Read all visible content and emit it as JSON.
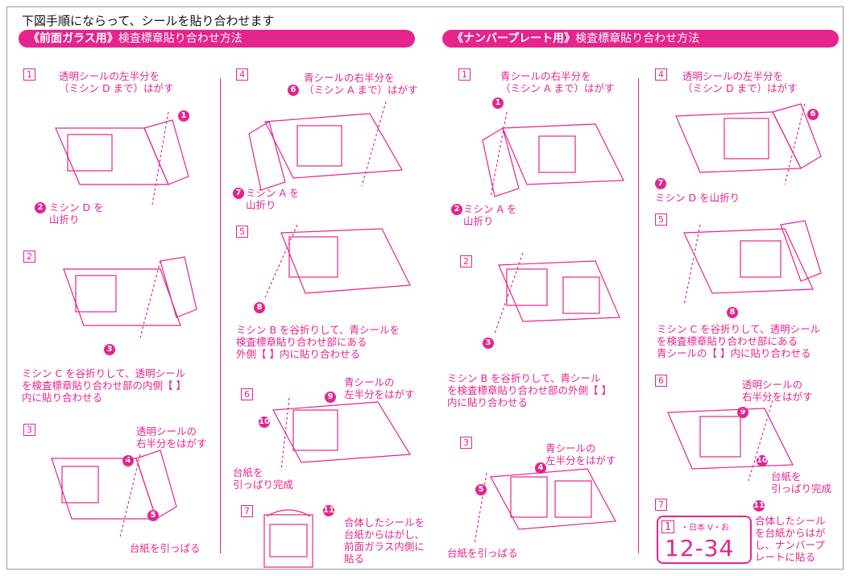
{
  "top_note": "下図手順にならって、シールを貼り合わせます",
  "left_section": {
    "title_bold": "《前面ガラス用》",
    "title_rest": "検査標章貼り合わせ方法",
    "steps": {
      "s1": {
        "num": "1",
        "text": "透明シールの左半分を\n（ミシン D まで）はがす",
        "badge1": "1",
        "badge2": "2",
        "text2": "ミシン D を\n山折り"
      },
      "s2": {
        "num": "2",
        "badge": "3",
        "text": "ミシン C を谷折りして、透明シール\nを検査標章貼り合わせ部の内側【 】\n内に貼り合わせる"
      },
      "s3": {
        "num": "3",
        "badge1": "4",
        "text1": "透明シールの\n右半分をはがす",
        "badge2": "5",
        "text2": "台紙を引っぱる"
      },
      "s4": {
        "num": "4",
        "badge1": "6",
        "text1": "青シールの右半分を\n（ミシン A まで）はがす",
        "badge2": "7",
        "text2": "ミシン A を\n山折り"
      },
      "s5": {
        "num": "5",
        "badge": "8",
        "text": "ミシン B を谷折りして、青シールを\n検査標章貼り合わせ部にある\n外側【 】内に貼り合わせる"
      },
      "s6": {
        "num": "6",
        "badge1": "9",
        "text1": "青シールの\n左半分をはがす",
        "badge2": "10",
        "text2": "台紙を\n引っぱり完成"
      },
      "s7": {
        "num": "7",
        "badge": "11",
        "text": "合体したシールを\n台紙からはがし、\n前面ガラス内側に\n貼る"
      }
    }
  },
  "right_section": {
    "title_bold": "《ナンバープレート用》",
    "title_rest": "検査標章貼り合わせ方法",
    "steps": {
      "s1": {
        "num": "1",
        "text": "青シールの右半分を\n（ミシン A まで）はがす",
        "badge1": "1",
        "badge2": "2",
        "text2": "ミシン A を\n山折り"
      },
      "s2": {
        "num": "2",
        "badge": "3",
        "text": "ミシン B を谷折りして、青シール\nを検査標章貼り合わせ部の外側【 】\n内に貼り合わせる"
      },
      "s3": {
        "num": "3",
        "badge1": "4",
        "text1": "青シールの\n左半分をはがす",
        "badge2": "5",
        "text2": "台紙を引っぱる"
      },
      "s4": {
        "num": "4",
        "badge1": "6",
        "text1": "透明シールの左半分を\n（ミシン D まで）はがす",
        "badge2": "7",
        "text2": "ミシン D を山折り"
      },
      "s5": {
        "num": "5",
        "badge": "8",
        "text": "ミシン C を谷折りして、透明シール\nを検査標章貼り合わせ部にある\n青シールの【 】内に貼り合わせる"
      },
      "s6": {
        "num": "6",
        "badge1": "9",
        "text1": "透明シールの\n右半分をはがす",
        "badge2": "10",
        "text2": "台紙を\n引っぱり完成"
      },
      "s7": {
        "num": "7",
        "badge": "11",
        "text": "合体したシール\nを台紙からはが\nし、ナンバープ\nレートに貼る"
      }
    }
  },
  "plate": {
    "num": "1",
    "top": "・日本 V・お",
    "big": "12-34"
  },
  "colors": {
    "accent": "#e5248c"
  }
}
